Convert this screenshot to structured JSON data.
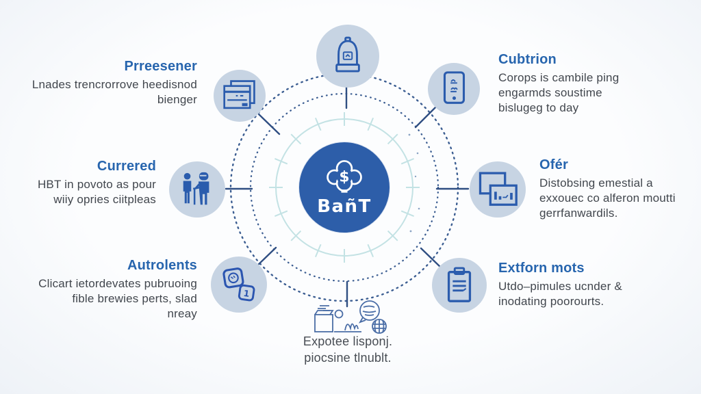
{
  "palette": {
    "background": "#f6f9fc",
    "center_circle": "#2d5ea9",
    "node_circle": "#c7d4e3",
    "icon_stroke": "#2b5cad",
    "title_text": "#2765ae",
    "body_text": "#41464d",
    "ring_teal": "#c3e2e4",
    "ring_dots": "#3c5e92",
    "connector": "#2f4e82"
  },
  "center": {
    "label": "BañT",
    "icon": "cloud-currency-icon"
  },
  "nodes": {
    "top": {
      "icon": "cloche-icon"
    },
    "top_left": {
      "title": "Prreesener",
      "body": "Lnades trencrorrove heedisnod\nbienger",
      "icon": "browser-windows-icon"
    },
    "mid_left": {
      "title": "Currered",
      "body": "HBT in povoto as pour\nwiiy opries ciitpleas",
      "icon": "people-icon"
    },
    "bottom_left": {
      "title": "Autrolents",
      "body": "Clicart ietordevates pubruoing\nfible brewies perts, slad\nnreay",
      "icon": "dice-icon"
    },
    "top_right": {
      "title": "Cubtrion",
      "body": "Corops is cambile ping\nengarmds soustime\nbislugeg to day",
      "icon": "tablet-icon"
    },
    "mid_right": {
      "title": "Ofér",
      "body": "Distobsing emestial a\nexxouec co alferon moutti\ngerrfanwardils.",
      "icon": "frames-chart-icon"
    },
    "bottom_right": {
      "title": "Extforn mots",
      "body": "Utdo–pimules ucnder &\ninodating poorourts.",
      "icon": "clipboard-icon"
    }
  },
  "footer": {
    "caption": "Expotee lisponj.\npiocsine tlnublt.",
    "icon": "workspace-sketch-icon"
  }
}
